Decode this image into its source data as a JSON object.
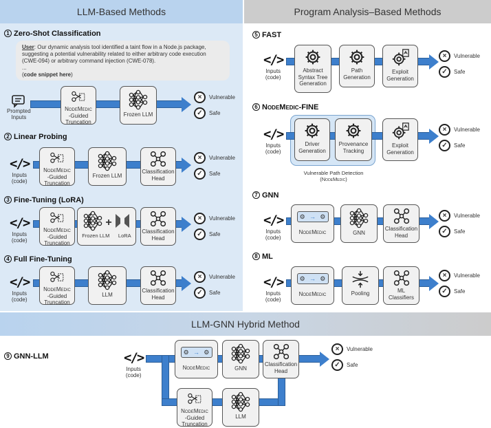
{
  "headers": {
    "left": "LLM-Based Methods",
    "right": "Program Analysis–Based Methods",
    "bottom": "LLM-GNN Hybrid Method"
  },
  "outputs": {
    "vulnerable": "Vulnerable",
    "safe": "Safe"
  },
  "inputs": {
    "code_line1": "Inputs",
    "code_line2": "(code)",
    "prompted_line1": "Prompted",
    "prompted_line2": "Inputs"
  },
  "sections": {
    "s1": {
      "num": "1",
      "title": "Zero-Shot Classification",
      "prompt_user": "User",
      "prompt_text": ": Our dynamic analysis tool identified a taint flow in a Node.js package, suggesting a potential vulnerability related to either arbitrary code execution (CWE-094) or arbitrary command injection (CWE-078).",
      "prompt_ellipsis": "...",
      "prompt_snippet": "code snippet here",
      "truncation_l1": "NodeMedic",
      "truncation_l2": "-Guided",
      "truncation_l3": "Truncation",
      "llm": "Frozen LLM"
    },
    "s2": {
      "num": "2",
      "title": "Linear Probing",
      "truncation_l1": "NodeMedic",
      "truncation_l2": "-Guided",
      "truncation_l3": "Truncation",
      "llm": "Frozen LLM",
      "head_l1": "Classification",
      "head_l2": "Head"
    },
    "s3": {
      "num": "3",
      "title": "Fine-Tuning (LoRA)",
      "truncation_l1": "NodeMedic",
      "truncation_l2": "-Guided",
      "truncation_l3": "Truncation",
      "llm": "Frozen LLM",
      "plus": "+",
      "lora": "LoRA",
      "head_l1": "Classification",
      "head_l2": "Head"
    },
    "s4": {
      "num": "4",
      "title": "Full Fine-Tuning",
      "truncation_l1": "NodeMedic",
      "truncation_l2": "-Guided",
      "truncation_l3": "Truncation",
      "llm": "LLM",
      "head_l1": "Classification",
      "head_l2": "Head"
    },
    "s5": {
      "num": "5",
      "title": "FAST",
      "ast_l1": "Abstract",
      "ast_l2": "Syntax Tree",
      "ast_l3": "Generation",
      "path_l1": "Path",
      "path_l2": "Generation",
      "exploit_l1": "Exploit",
      "exploit_l2": "Generation"
    },
    "s6": {
      "num": "6",
      "title_sc": "NodeMedic",
      "title_rest": "-FINE",
      "driver_l1": "Driver",
      "driver_l2": "Generation",
      "prov_l1": "Provenance",
      "prov_l2": "Tracking",
      "exploit_l1": "Exploit",
      "exploit_l2": "Generation",
      "caption_l1": "Vulnerable Path Detection",
      "caption_l2": "(NodeMedic)"
    },
    "s7": {
      "num": "7",
      "title": "GNN",
      "nodemedic": "NodeMedic",
      "gnn": "GNN",
      "head_l1": "Classification",
      "head_l2": "Head"
    },
    "s8": {
      "num": "8",
      "title": "ML",
      "nodemedic": "NodeMedic",
      "pooling": "Pooling",
      "ml_l1": "ML",
      "ml_l2": "Classifiers"
    },
    "s9": {
      "num": "9",
      "title": "GNN-LLM",
      "nodemedic": "NodeMedic",
      "gnn": "GNN",
      "head_l1": "Classification",
      "head_l2": "Head",
      "truncation_l1": "NodeMedic",
      "truncation_l2": "-Guided",
      "truncation_l3": "Truncation",
      "llm": "LLM"
    }
  },
  "icons": [
    "scissors-icon",
    "neural-network-icon",
    "gear-icon",
    "exploit-doc-gear-icon",
    "graph-head-icon",
    "code-icon",
    "chat-icon",
    "pooling-icon",
    "lora-icon"
  ],
  "colors": {
    "left_panel": "#dce9f6",
    "left_header": "#b9d3ee",
    "right_header": "#cccccc",
    "arrow": "#3d7fcc"
  }
}
